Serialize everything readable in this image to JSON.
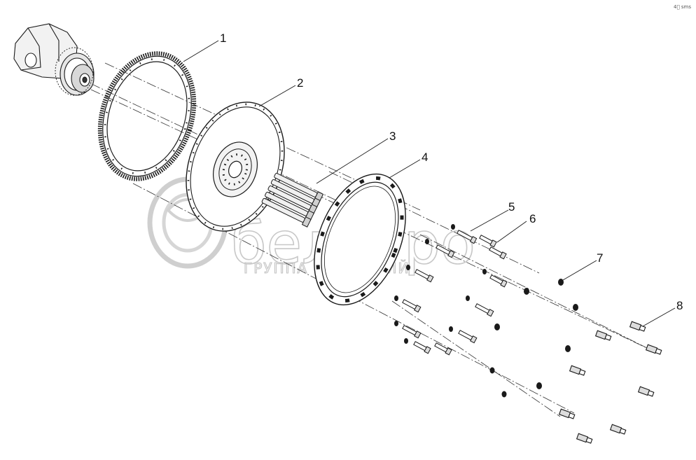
{
  "callouts": {
    "c1": "1",
    "c2": "2",
    "c3": "3",
    "c4": "4",
    "c5": "5",
    "c6": "6",
    "c7": "7",
    "c8": "8"
  },
  "watermark": {
    "brand": "белагро",
    "subtitle": "ГРУППА КОМПАНИЙ"
  },
  "corner_tag": "4⃝ sms",
  "colors": {
    "line": "#1a1a1a",
    "watermark": "#c8c8c8",
    "background": "#ffffff"
  }
}
